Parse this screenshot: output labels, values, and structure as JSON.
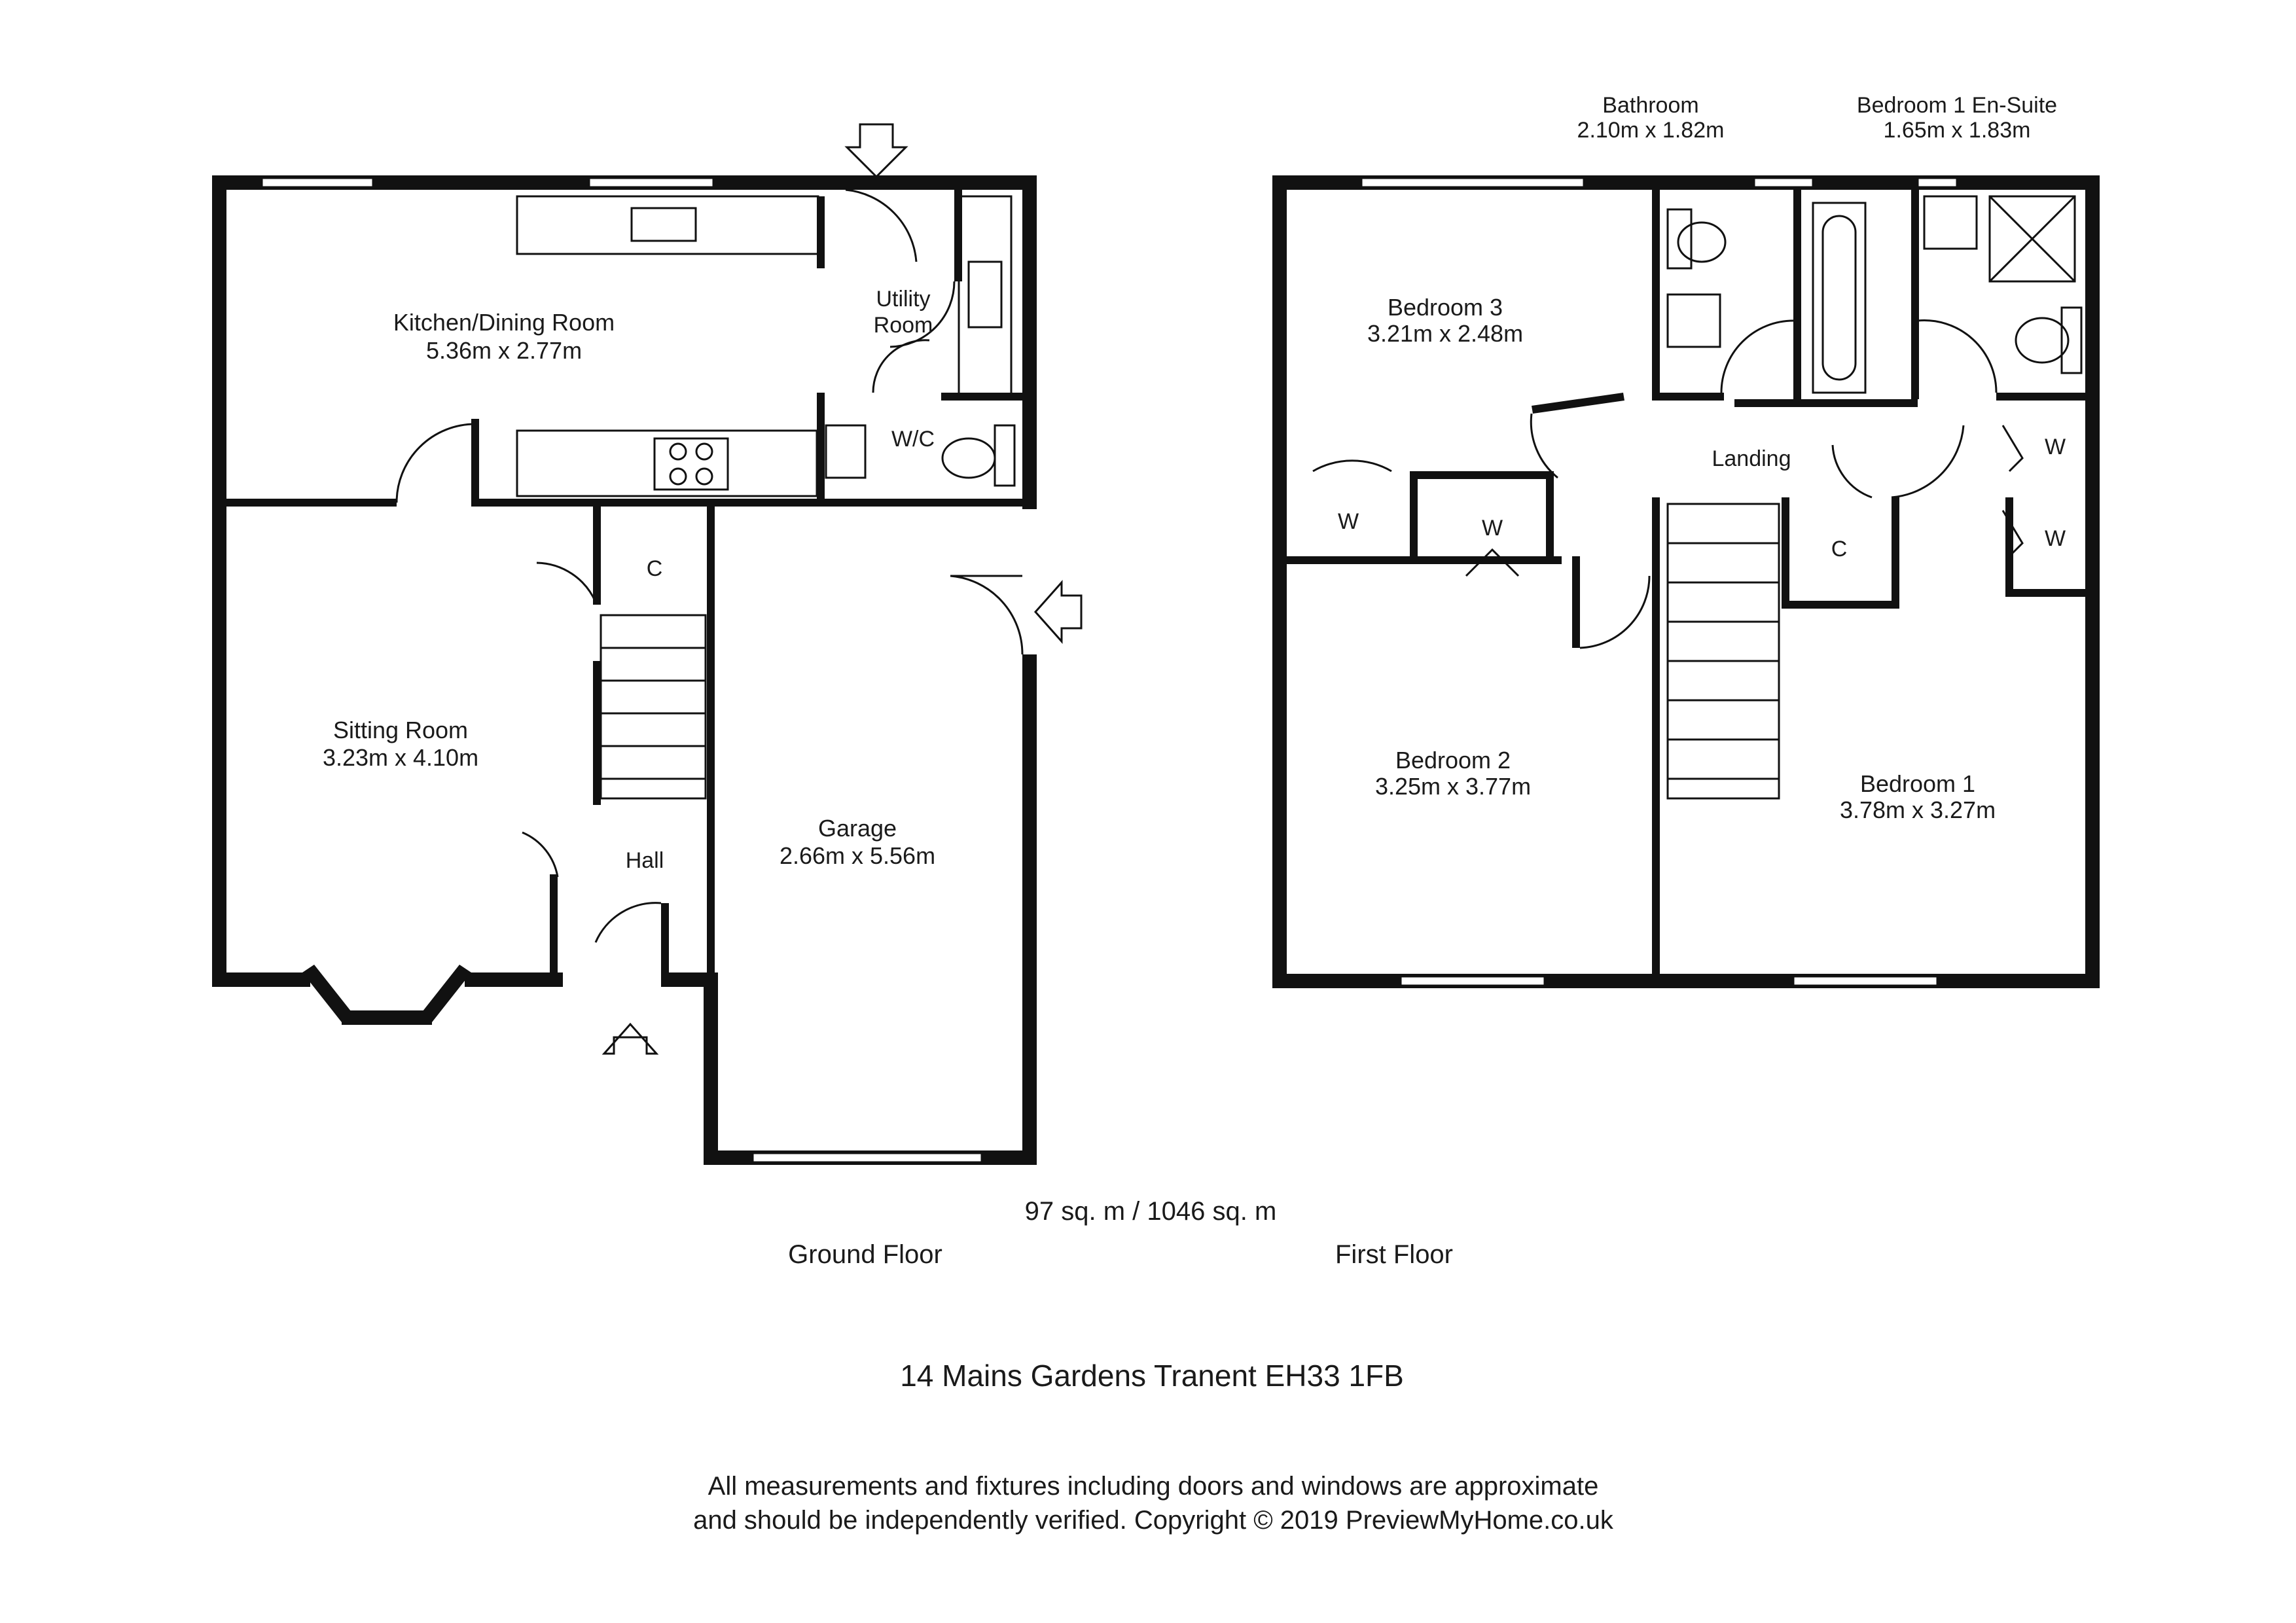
{
  "ground_floor": {
    "title": "Ground Floor",
    "rooms": {
      "kitchen": {
        "name": "Kitchen/Dining Room",
        "size": "5.36m x 2.77m"
      },
      "utility": {
        "name_line1": "Utility",
        "name_line2": "Room"
      },
      "wc": {
        "name": "W/C"
      },
      "sitting": {
        "name": "Sitting Room",
        "size": "3.23m x 4.10m"
      },
      "cupboard": {
        "name": "C"
      },
      "hall": {
        "name": "Hall"
      },
      "garage": {
        "name": "Garage",
        "size": "2.66m x 5.56m"
      }
    }
  },
  "first_floor": {
    "title": "First Floor",
    "rooms": {
      "bathroom": {
        "name": "Bathroom",
        "size": "2.10m x 1.82m"
      },
      "ensuite": {
        "name": "Bedroom 1 En-Suite",
        "size": "1.65m x 1.83m"
      },
      "bedroom3": {
        "name": "Bedroom 3",
        "size": "3.21m x 2.48m"
      },
      "landing": {
        "name": "Landing"
      },
      "bedroom2": {
        "name": "Bedroom 2",
        "size": "3.25m x 3.77m"
      },
      "bedroom1": {
        "name": "Bedroom 1",
        "size": "3.78m x 3.27m"
      },
      "wardrobe_a": {
        "name": "W"
      },
      "wardrobe_b": {
        "name": "W"
      },
      "wardrobe_c": {
        "name": "W"
      },
      "wardrobe_d": {
        "name": "W"
      },
      "cupboard": {
        "name": "C"
      }
    }
  },
  "area": "97 sq. m / 1046 sq. m",
  "address": "14 Mains Gardens Tranent EH33 1FB",
  "disclaimer_line1": "All measurements and fixtures including doors and windows are approximate",
  "disclaimer_line2": "and should be independently verified. Copyright © 2019 PreviewMyHome.co.uk"
}
